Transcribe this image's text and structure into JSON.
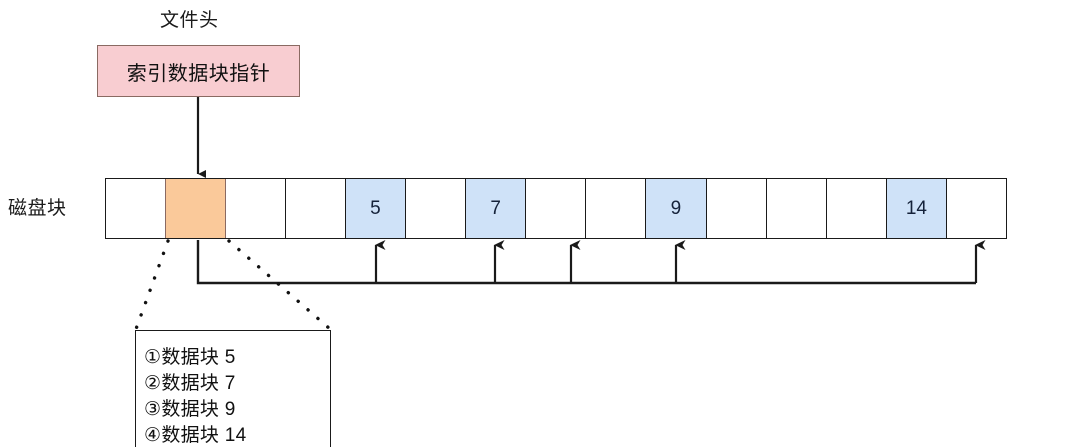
{
  "diagram": {
    "title_caption": "文件头",
    "disk_row_label": "磁盘块",
    "index_pointer_label": "索引数据块指针"
  },
  "colors": {
    "index_block_fill": "#FAC99A",
    "data_block_fill": "#CFE2F8",
    "file_header_fill": "#F8CDD1",
    "stroke": "#1A1A1A",
    "index_stroke": "#8A6A62"
  },
  "disk_blocks": [
    {
      "index": 0,
      "label": "",
      "kind": "empty"
    },
    {
      "index": 1,
      "label": "",
      "kind": "index"
    },
    {
      "index": 2,
      "label": "",
      "kind": "empty"
    },
    {
      "index": 3,
      "label": "",
      "kind": "empty"
    },
    {
      "index": 4,
      "label": "5",
      "kind": "data"
    },
    {
      "index": 5,
      "label": "",
      "kind": "empty"
    },
    {
      "index": 6,
      "label": "7",
      "kind": "data"
    },
    {
      "index": 7,
      "label": "",
      "kind": "empty"
    },
    {
      "index": 8,
      "label": "",
      "kind": "empty"
    },
    {
      "index": 9,
      "label": "9",
      "kind": "data"
    },
    {
      "index": 10,
      "label": "",
      "kind": "empty"
    },
    {
      "index": 11,
      "label": "",
      "kind": "empty"
    },
    {
      "index": 12,
      "label": "",
      "kind": "empty"
    },
    {
      "index": 13,
      "label": "14",
      "kind": "data"
    },
    {
      "index": 14,
      "label": "",
      "kind": "empty"
    }
  ],
  "legend": {
    "entries": [
      "①数据块 5",
      "②数据块 7",
      "③数据块 9",
      "④数据块 14"
    ]
  }
}
